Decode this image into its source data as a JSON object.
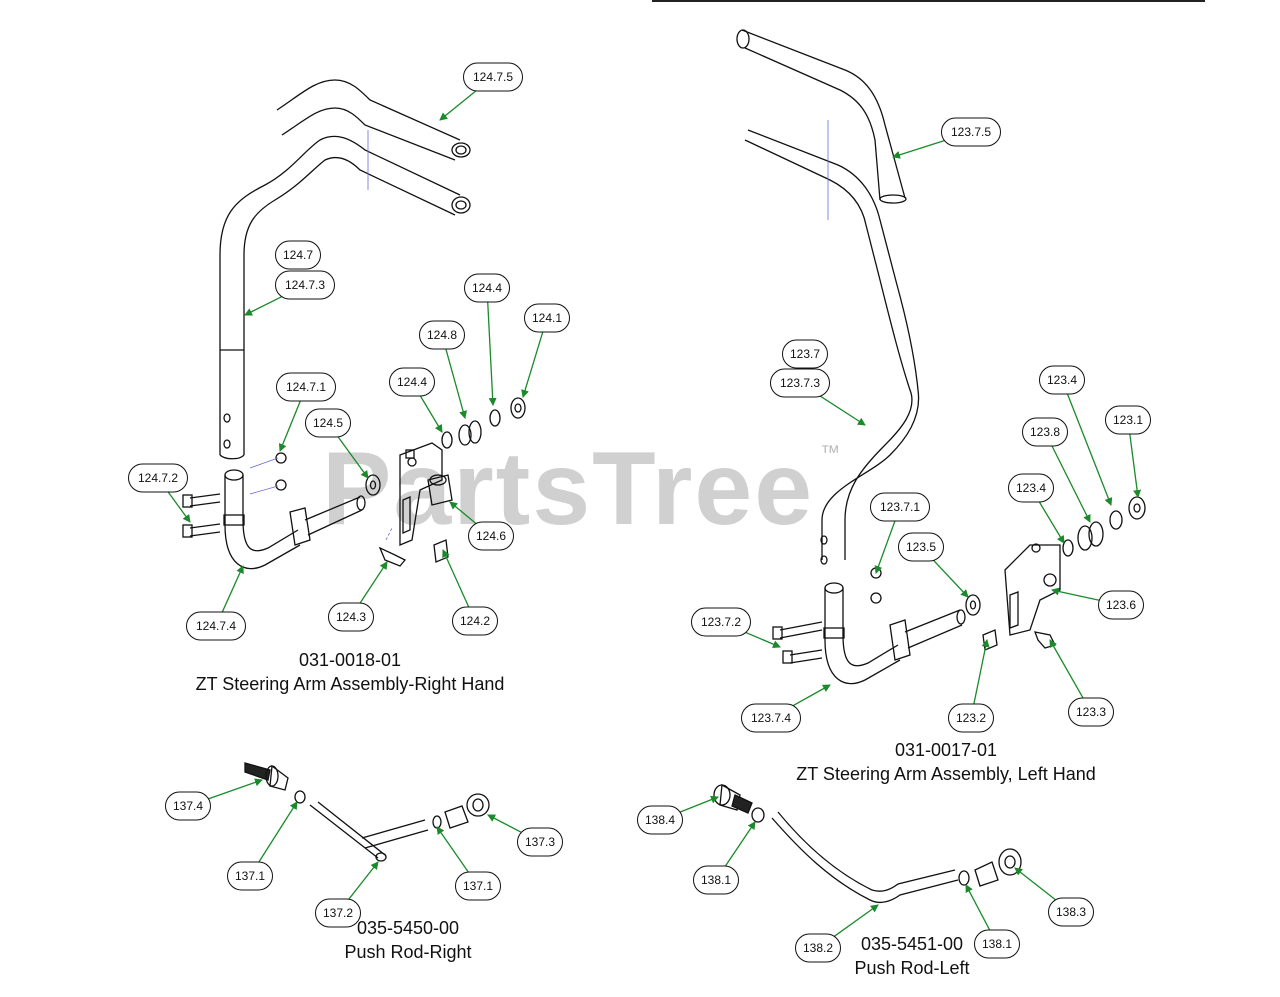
{
  "watermark": {
    "text": "PartsTree",
    "mark": "™"
  },
  "captions": {
    "right_hand_number": "031-0018-01",
    "right_hand_title": "ZT Steering Arm Assembly-Right Hand",
    "left_hand_number": "031-0017-01",
    "left_hand_title": "ZT Steering Arm Assembly, Left Hand",
    "push_rod_right_number": "035-5450-00",
    "push_rod_right_title": "Push Rod-Right",
    "push_rod_left_number": "035-5451-00",
    "push_rod_left_title": "Push Rod-Left"
  },
  "callouts": [
    "124.7.5",
    "124.7",
    "124.7.3",
    "124.4",
    "124.1",
    "124.8",
    "124.4",
    "124.7.1",
    "124.5",
    "124.7.2",
    "124.6",
    "124.3",
    "124.2",
    "124.7.4",
    "123.7.5",
    "123.7",
    "123.7.3",
    "123.4",
    "123.1",
    "123.8",
    "123.4",
    "123.7.1",
    "123.5",
    "123.6",
    "123.7.2",
    "123.3",
    "123.2",
    "123.7.4",
    "137.4",
    "137.1",
    "137.3",
    "137.1",
    "137.2",
    "138.4",
    "138.1",
    "138.3",
    "138.1",
    "138.2"
  ],
  "colors": {
    "leader": "#1a8a2a",
    "outline": "#111111",
    "watermark": "#d0d0d0"
  }
}
